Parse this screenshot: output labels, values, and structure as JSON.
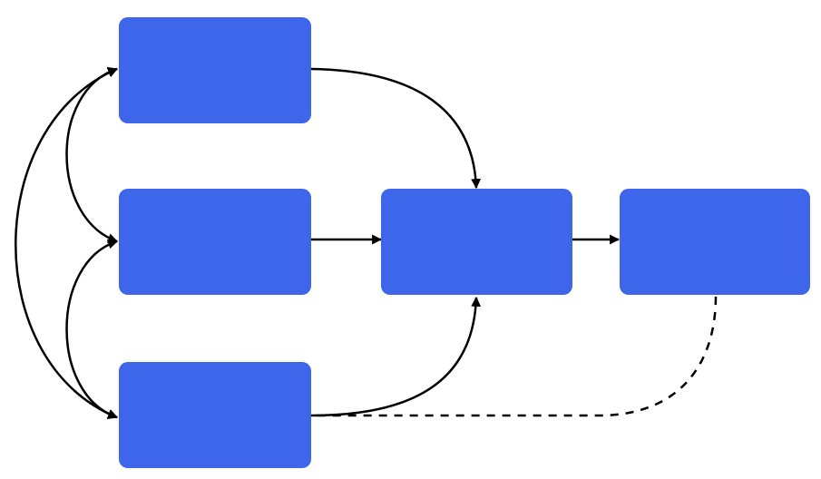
{
  "diagram": {
    "node_color": "#3D66EA",
    "edge_color": "#000000",
    "nodes": [
      {
        "id": "a",
        "label": ""
      },
      {
        "id": "b",
        "label": ""
      },
      {
        "id": "c",
        "label": ""
      },
      {
        "id": "d",
        "label": ""
      },
      {
        "id": "e",
        "label": ""
      }
    ],
    "edges": [
      {
        "from": "a",
        "to": "d",
        "style": "solid",
        "arrow": "end"
      },
      {
        "from": "b",
        "to": "d",
        "style": "solid",
        "arrow": "end"
      },
      {
        "from": "c",
        "to": "d",
        "style": "solid",
        "arrow": "end"
      },
      {
        "from": "d",
        "to": "e",
        "style": "solid",
        "arrow": "end"
      },
      {
        "from": "e",
        "to": "c",
        "style": "dashed",
        "arrow": "none"
      },
      {
        "from": "a",
        "to": "b",
        "style": "solid",
        "arrow": "both"
      },
      {
        "from": "b",
        "to": "c",
        "style": "solid",
        "arrow": "both"
      },
      {
        "from": "a",
        "to": "c",
        "style": "solid",
        "arrow": "both"
      }
    ]
  }
}
